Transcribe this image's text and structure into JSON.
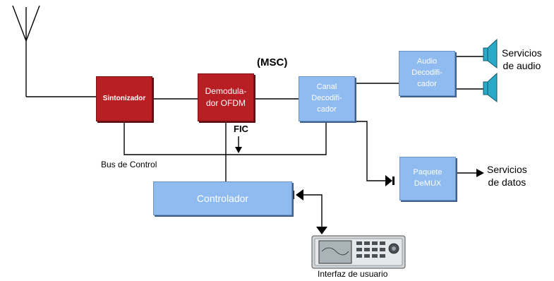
{
  "colors": {
    "tuner": "#b81f24",
    "demod": "#b81f24",
    "blue_block": "#8fbbf0",
    "line": "#000000",
    "speaker": "#2aa9c9"
  },
  "blocks": {
    "sintonizador": "Sintonizador",
    "demodulador": "Demodula-\ndor OFDM",
    "canal": "Canal\nDecodifi-\ncador",
    "audio": "Audio\nDecodifi-\ncador",
    "paquete": "Paquete\nDeMUX",
    "controlador": "Controlador"
  },
  "labels": {
    "msc": "(MSC)",
    "fic": "FIC",
    "bus": "Bus de Control",
    "servicios_audio": "Servicios\nde audio",
    "servicios_datos": "Servicios\nde datos",
    "interfaz": "Interfaz de usuario"
  },
  "icons": [
    "antenna-icon",
    "speaker-icon",
    "speaker-icon",
    "radio-receiver-icon"
  ]
}
